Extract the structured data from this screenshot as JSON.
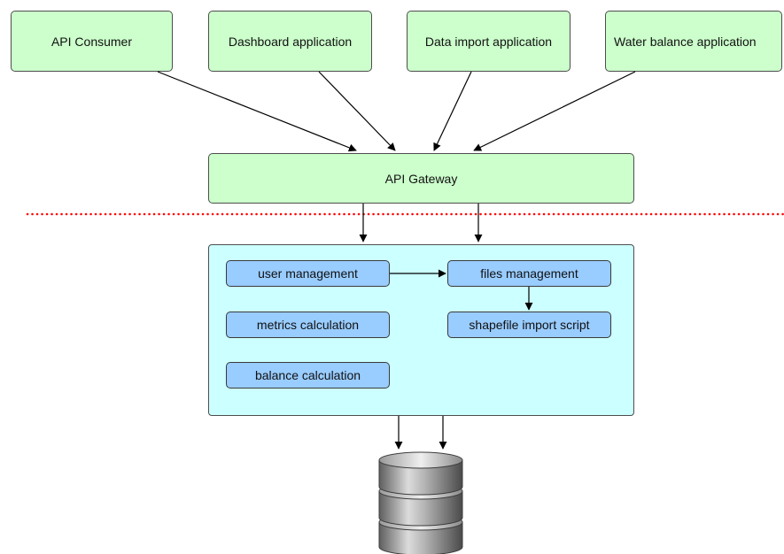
{
  "clients": [
    {
      "id": "api-consumer",
      "label": "API Consumer"
    },
    {
      "id": "dashboard-application",
      "label": "Dashboard application"
    },
    {
      "id": "data-import-application",
      "label": "Data import application"
    },
    {
      "id": "water-balance-application",
      "label": "Water balance application"
    }
  ],
  "gateway": {
    "label": "API Gateway"
  },
  "services": [
    {
      "id": "user-management",
      "label": "user management"
    },
    {
      "id": "files-management",
      "label": "files management"
    },
    {
      "id": "metrics-calculation",
      "label": "metrics calculation"
    },
    {
      "id": "shapefile-import-script",
      "label": "shapefile import script"
    },
    {
      "id": "balance-calculation",
      "label": "balance calculation"
    }
  ],
  "database": {
    "icon": "database-icon"
  },
  "colors": {
    "client_fill": "#ccffcc",
    "backend_fill": "#ccffff",
    "service_fill": "#99ccff",
    "boundary_line": "#ff0000",
    "arrow": "#000000"
  }
}
